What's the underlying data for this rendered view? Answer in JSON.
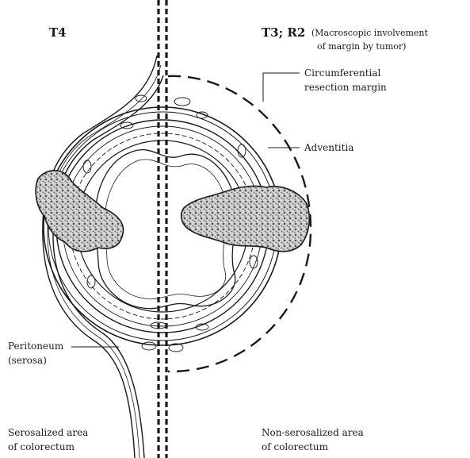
{
  "labels": {
    "left_stage": "T4",
    "right_stage": "T3; R2",
    "right_stage_note_line1": "(Macroscopic involvement",
    "right_stage_note_line2": "of margin by tumor)",
    "crm_line1": "Circumferential",
    "crm_line2": "resection margin",
    "adventitia": "Adventitia",
    "peritoneum_line1": "Peritoneum",
    "peritoneum_line2": "(serosa)",
    "left_area_line1": "Serosalized area",
    "left_area_line2": "of colorectum",
    "right_area_line1": "Non-serosalized area",
    "right_area_line2": "of colorectum"
  },
  "colors": {
    "ink": "#1a1a1a",
    "tumor_fill": "#cfcfcf",
    "background": "#ffffff"
  }
}
